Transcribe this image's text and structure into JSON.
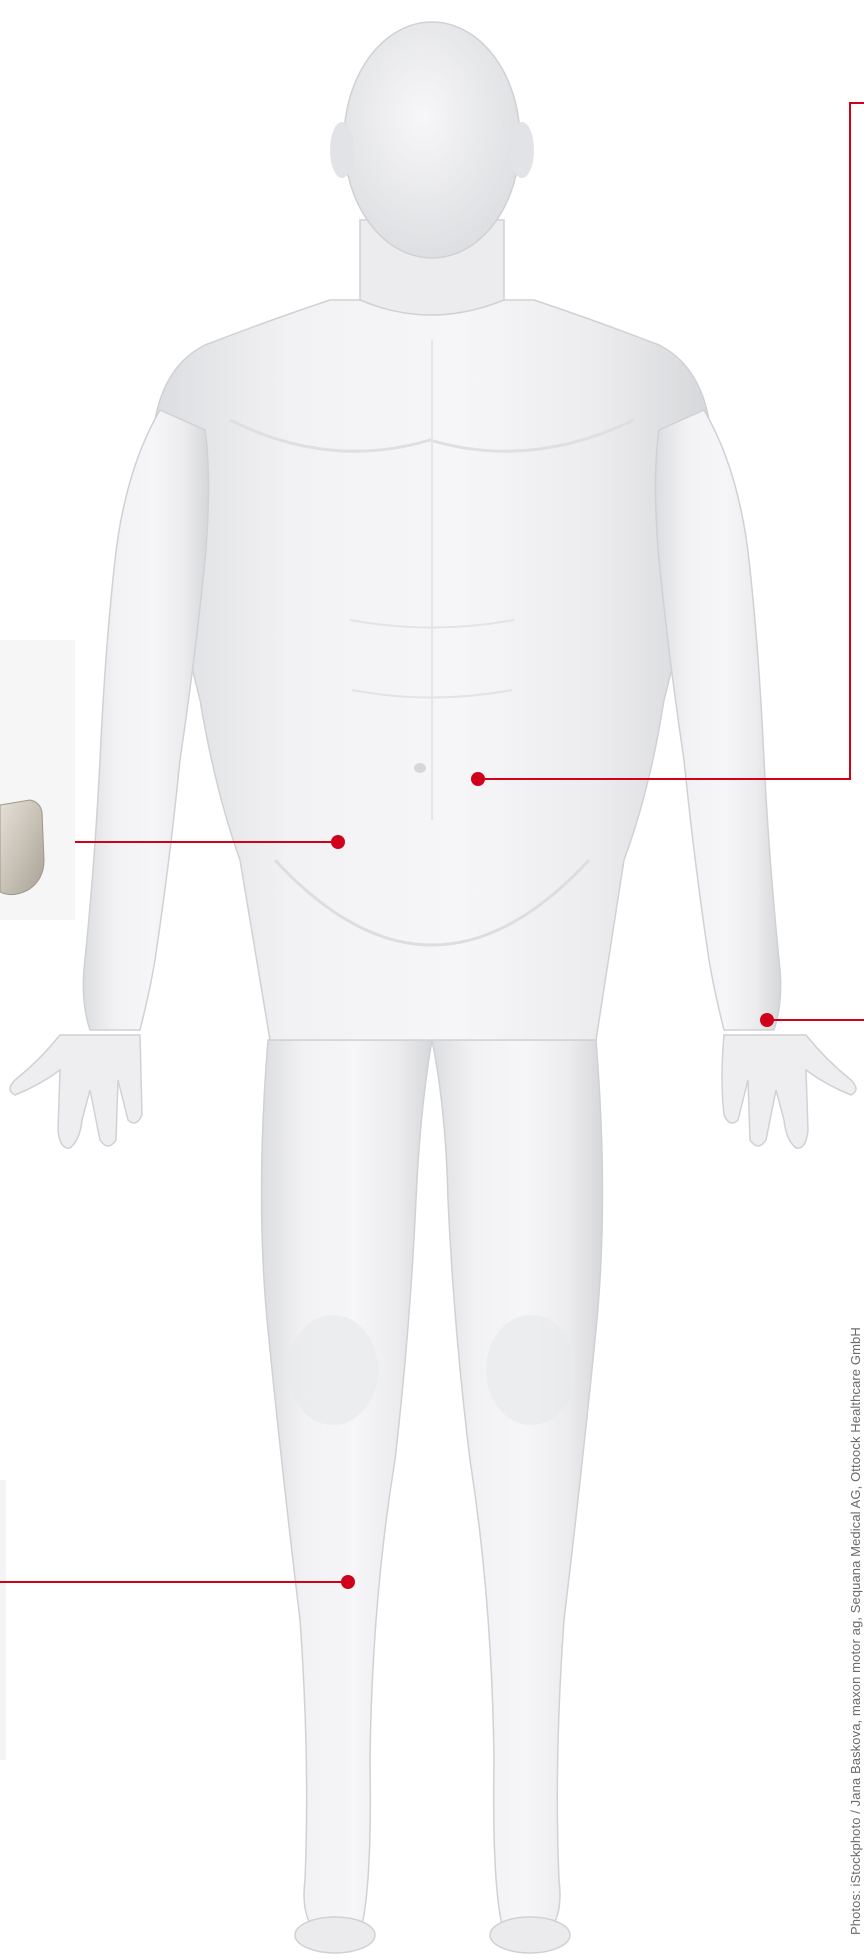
{
  "credit": "Photos: iStockphoto / Jana Baskova, maxon motor ag, Sequana Medical AG, Ottoock Healthcare GmbH",
  "colors": {
    "background": "#ffffff",
    "body_light": "#f3f3f5",
    "body_shade": "#d9dadd",
    "callout_red": "#d0021b",
    "device_gray": "#b9b3a8"
  },
  "callouts": [
    {
      "name": "abdomen-callout",
      "target": "abdomen",
      "direction": "right"
    },
    {
      "name": "hip-callout",
      "target": "hip",
      "direction": "left"
    },
    {
      "name": "hand-callout",
      "target": "left hand",
      "direction": "right"
    },
    {
      "name": "leg-callout",
      "target": "lower leg",
      "direction": "left"
    }
  ]
}
